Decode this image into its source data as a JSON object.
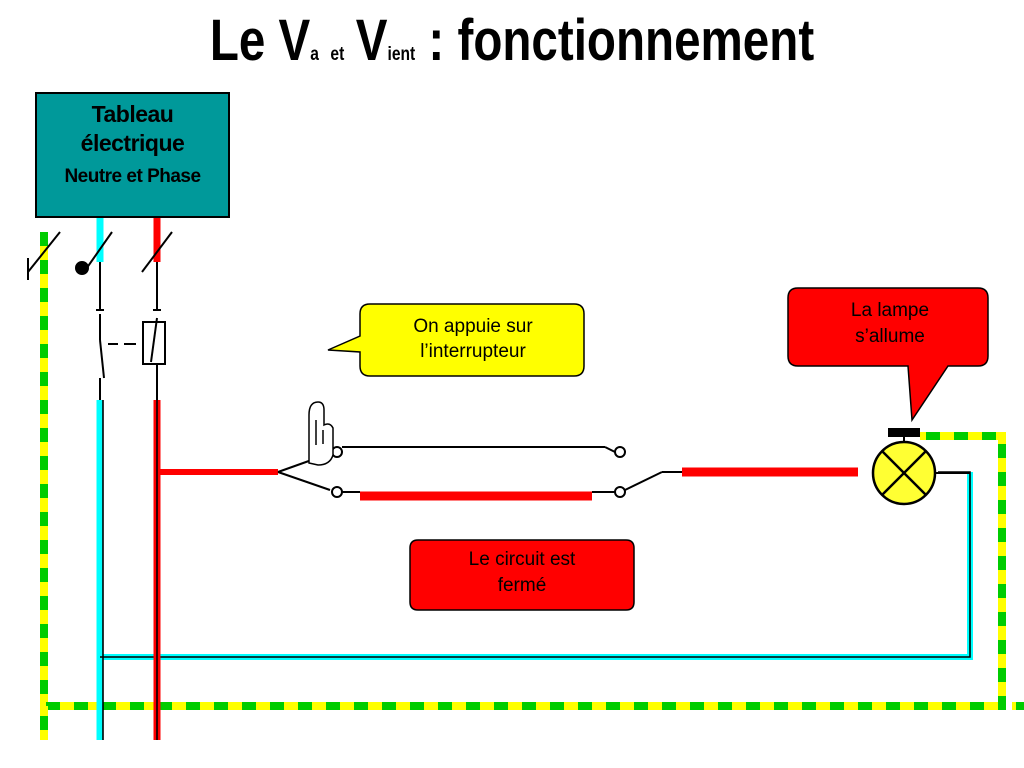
{
  "title": {
    "part1": "Le V",
    "sub1": "a",
    "sub2": "et",
    "part2": "V",
    "sub3": "ient",
    "part3": ": fonctionnement"
  },
  "panel": {
    "line1": "Tableau",
    "line2": "électrique",
    "line3": "Neutre et Phase"
  },
  "callouts": {
    "press": [
      "On appuie sur",
      "l’interrupteur"
    ],
    "lamp": [
      "La lampe",
      "s’allume"
    ],
    "closed": [
      "Le circuit est",
      "fermé"
    ]
  },
  "colors": {
    "phase": "#ff0000",
    "neutral": "#00ffff",
    "earth_yellow": "#ffff00",
    "earth_green": "#00cc00",
    "panel": "#00999a",
    "callout_yellow": "#ffff00",
    "callout_red": "#ff0000",
    "lamp": "#ffff33"
  },
  "icons": {
    "hand": "pointing-hand-icon",
    "lamp": "lamp-icon"
  }
}
